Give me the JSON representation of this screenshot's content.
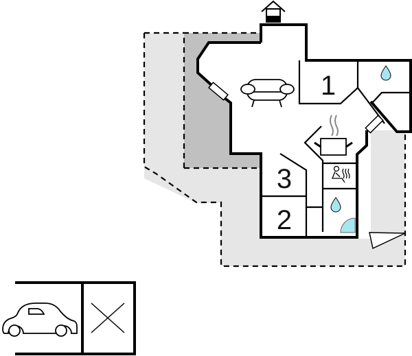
{
  "floorplan": {
    "rooms": [
      {
        "id": "1",
        "label": "1",
        "type": "bedroom"
      },
      {
        "id": "2",
        "label": "2",
        "type": "bedroom"
      },
      {
        "id": "3",
        "label": "3",
        "type": "bedroom"
      }
    ],
    "icons": [
      "entrance-icon",
      "sofa-icon",
      "kitchen-pot-icon",
      "sauna-icon",
      "water-drop-icon",
      "shower-icon",
      "window-icon",
      "car-icon",
      "cross-icon",
      "compass-arrow-icon"
    ],
    "colors": {
      "wall": "#000000",
      "terrace": "#e6e6e6",
      "covered_terrace": "#c0c0c0",
      "water": "#a8e6ef"
    }
  }
}
